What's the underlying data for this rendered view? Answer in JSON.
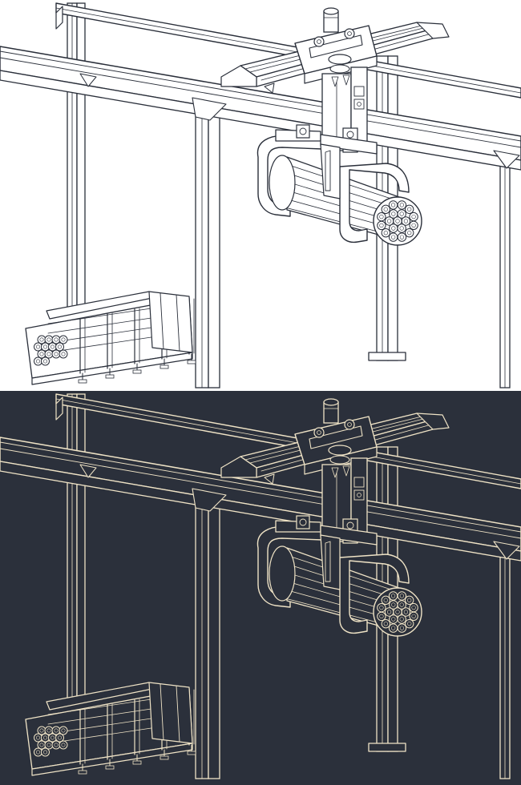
{
  "panels": [
    {
      "id": "light",
      "background": "#ffffff",
      "stroke": "#2a2f3a",
      "fill": "#ffffff"
    },
    {
      "id": "dark",
      "background": "#2b303b",
      "stroke": "#efe3c6",
      "fill": "#2b303b"
    }
  ],
  "subject": {
    "bundle_tubes": 19,
    "stack_tubes": 14,
    "stack_cross_bars": 5
  }
}
